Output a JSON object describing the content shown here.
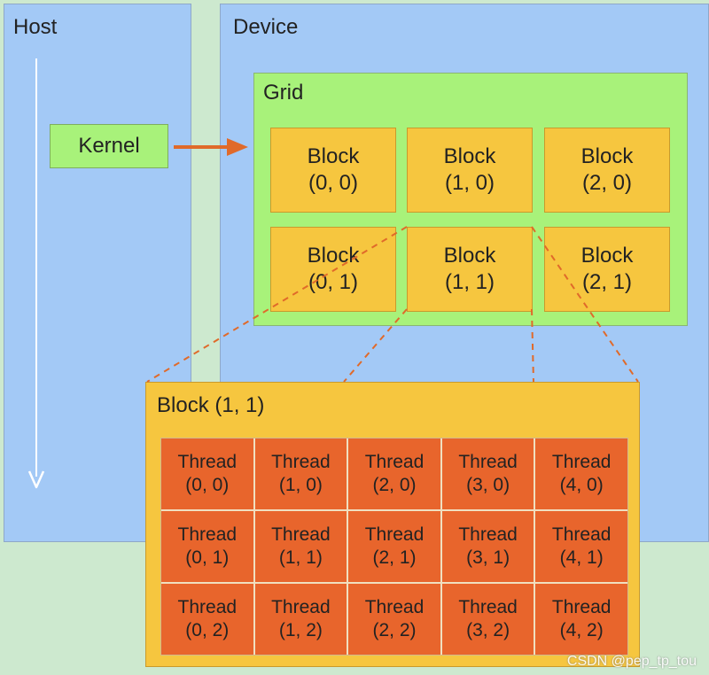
{
  "host": {
    "title": "Host"
  },
  "device": {
    "title": "Device"
  },
  "kernel": {
    "label": "Kernel"
  },
  "grid": {
    "title": "Grid",
    "blocks": [
      {
        "label": "Block",
        "coord": "(0, 0)"
      },
      {
        "label": "Block",
        "coord": "(1, 0)"
      },
      {
        "label": "Block",
        "coord": "(2, 0)"
      },
      {
        "label": "Block",
        "coord": "(0, 1)"
      },
      {
        "label": "Block",
        "coord": "(1, 1)"
      },
      {
        "label": "Block",
        "coord": "(2, 1)"
      }
    ]
  },
  "block_detail": {
    "title": "Block (1, 1)",
    "threads": [
      {
        "label": "Thread",
        "coord": "(0, 0)"
      },
      {
        "label": "Thread",
        "coord": "(1, 0)"
      },
      {
        "label": "Thread",
        "coord": "(2, 0)"
      },
      {
        "label": "Thread",
        "coord": "(3, 0)"
      },
      {
        "label": "Thread",
        "coord": "(4, 0)"
      },
      {
        "label": "Thread",
        "coord": "(0, 1)"
      },
      {
        "label": "Thread",
        "coord": "(1, 1)"
      },
      {
        "label": "Thread",
        "coord": "(2, 1)"
      },
      {
        "label": "Thread",
        "coord": "(3, 1)"
      },
      {
        "label": "Thread",
        "coord": "(4, 1)"
      },
      {
        "label": "Thread",
        "coord": "(0, 2)"
      },
      {
        "label": "Thread",
        "coord": "(1, 2)"
      },
      {
        "label": "Thread",
        "coord": "(2, 2)"
      },
      {
        "label": "Thread",
        "coord": "(3, 2)"
      },
      {
        "label": "Thread",
        "coord": "(4, 2)"
      }
    ]
  },
  "watermark": "CSDN @pep_tp_tou",
  "colors": {
    "background": "#cde9cf",
    "panel": "#a3c9f6",
    "grid": "#a8f27a",
    "block": "#f6c63f",
    "thread": "#e8652c",
    "arrow": "#e06a2a"
  }
}
